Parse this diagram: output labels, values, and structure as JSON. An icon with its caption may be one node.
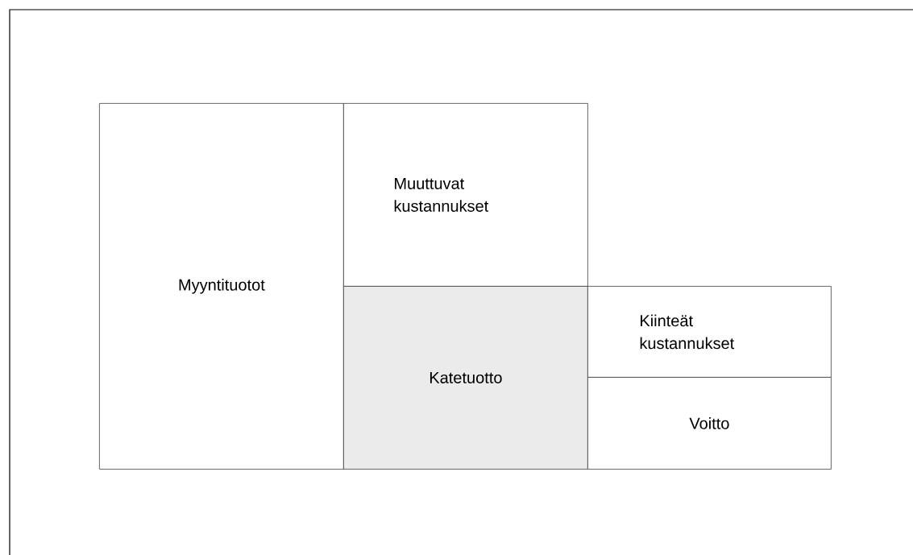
{
  "diagram": {
    "nodes": [
      {
        "text": [
          "Myyntituotot"
        ]
      },
      {
        "text": [
          "Muuttuvat kustannukset"
        ]
      },
      {
        "text": [
          "Katetuotto"
        ]
      },
      {
        "text": [
          "Kiinteät kustannukset"
        ]
      },
      {
        "text": [
          "Voitto"
        ]
      }
    ]
  }
}
